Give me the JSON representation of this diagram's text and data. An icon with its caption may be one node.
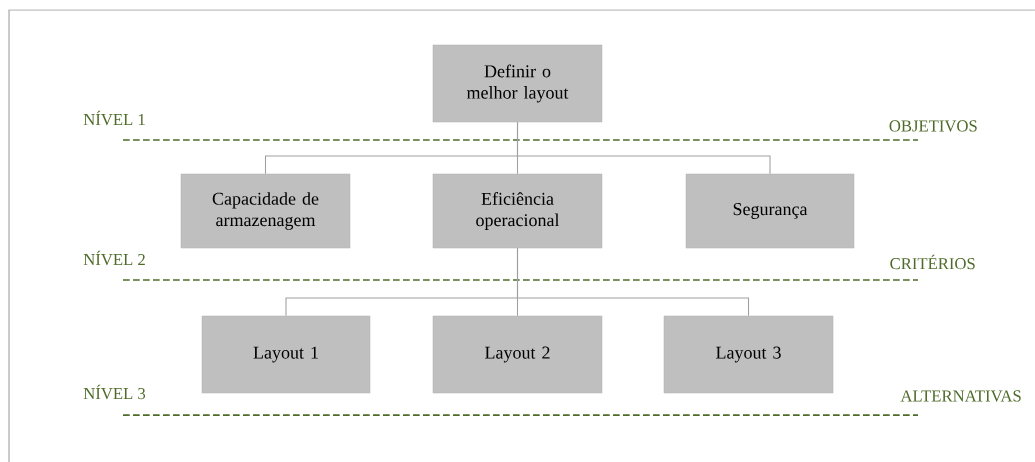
{
  "diagram": {
    "nodes": [
      {
        "text": [
          "Definir o melhor layout"
        ]
      },
      {
        "text": [
          "Capacidade de armazenagem"
        ]
      },
      {
        "text": [
          "Eficiência operacional"
        ]
      },
      {
        "text": [
          "Segurança"
        ]
      },
      {
        "text": [
          "Layout 1"
        ]
      },
      {
        "text": [
          "Layout 2"
        ]
      },
      {
        "text": [
          "Layout 3"
        ]
      }
    ],
    "edges": [
      {
        "from": 0,
        "to": 1,
        "arrow": "none"
      },
      {
        "from": 0,
        "to": 2,
        "arrow": "none"
      },
      {
        "from": 0,
        "to": 3,
        "arrow": "none"
      },
      {
        "from": 2,
        "to": 4,
        "arrow": "none"
      },
      {
        "from": 2,
        "to": 5,
        "arrow": "none"
      },
      {
        "from": 2,
        "to": 6,
        "arrow": "none"
      }
    ],
    "labels": [
      "NÍVEL 1",
      "OBJETIVOS",
      "NÍVEL 2",
      "CRITÉRIOS",
      "NÍVEL 3",
      "ALTERNATIVAS"
    ]
  }
}
